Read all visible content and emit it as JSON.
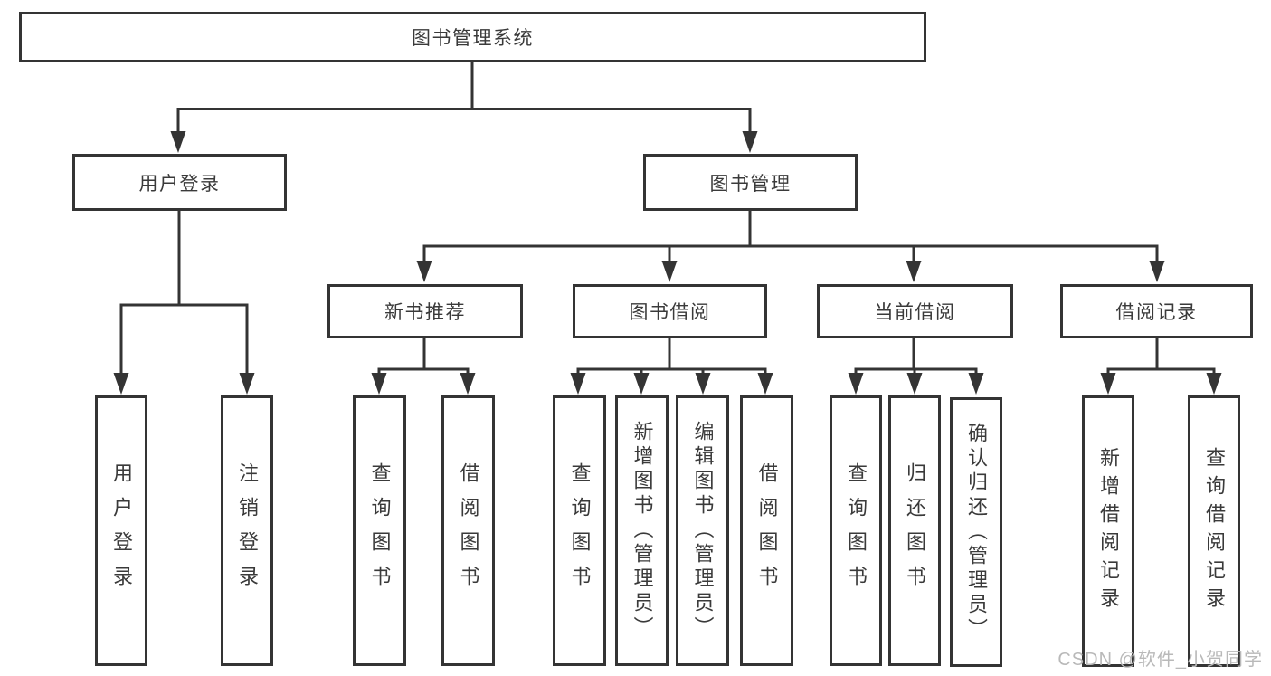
{
  "diagram": {
    "type": "hierarchy-tree",
    "title": "图书管理系统",
    "line_color": "#343434",
    "box_border_color": "#343434",
    "text_color": "#3a3a3a",
    "watermark_color": "#b9b9b9",
    "background_color": "#ffffff"
  },
  "nodes": {
    "root": "图书管理系统",
    "user_login_group": "用户登录",
    "book_management_group": "图书管理",
    "new_book_recommend": "新书推荐",
    "book_borrow": "图书借阅",
    "current_borrow": "当前借阅",
    "borrow_records": "借阅记录",
    "leaf_user_login": "用户登录",
    "leaf_logout": "注销登录",
    "leaf_query_book_recommend": "查询图书",
    "leaf_borrow_book_recommend": "借阅图书",
    "leaf_query_book_borrow": "查询图书",
    "leaf_add_book_admin": "新增图书（管理员）",
    "leaf_edit_book_admin": "编辑图书（管理员）",
    "leaf_borrow_book": "借阅图书",
    "leaf_query_book_current": "查询图书",
    "leaf_return_book": "归还图书",
    "leaf_confirm_return_admin": "确认归还（管理员）",
    "leaf_add_borrow_record": "新增借阅记录",
    "leaf_query_borrow_record": "查询借阅记录"
  },
  "hierarchy": {
    "图书管理系统": [
      "用户登录",
      "图书管理"
    ],
    "用户登录": [
      "用户登录",
      "注销登录"
    ],
    "图书管理": [
      "新书推荐",
      "图书借阅",
      "当前借阅",
      "借阅记录"
    ],
    "新书推荐": [
      "查询图书",
      "借阅图书"
    ],
    "图书借阅": [
      "查询图书",
      "新增图书（管理员）",
      "编辑图书（管理员）",
      "借阅图书"
    ],
    "当前借阅": [
      "查询图书",
      "归还图书",
      "确认归还（管理员）"
    ],
    "借阅记录": [
      "新增借阅记录",
      "查询借阅记录"
    ]
  },
  "watermark": "CSDN @软件_小贺同学"
}
